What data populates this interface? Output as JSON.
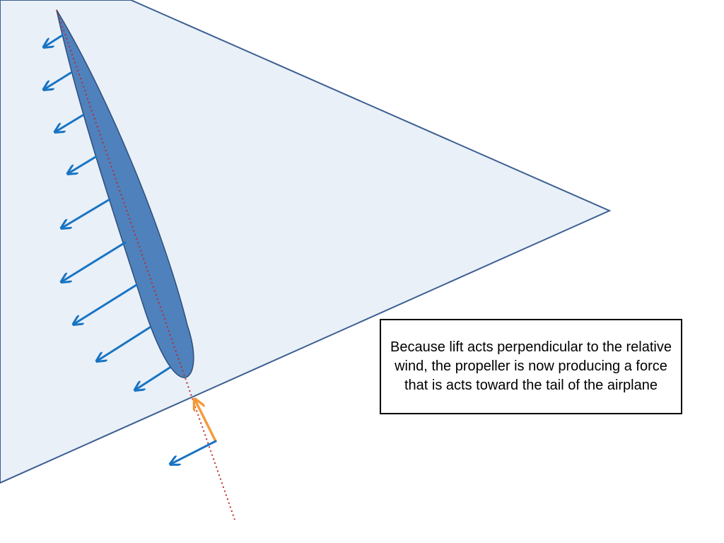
{
  "callout": {
    "text": "Because lift acts perpendicular to the relative wind, the propeller is now producing a force that is acts toward the tail of the airplane"
  },
  "colors": {
    "triangle_fill": "#e9f0f8",
    "triangle_stroke": "#3d5f92",
    "blade_fill": "#4f81bd",
    "blade_stroke": "#2f4f7a",
    "chord_line": "#c0282d",
    "lift_arrow": "#1874c3",
    "relative_wind_arrow": "#f39a3b"
  },
  "icons": {
    "lift_arrows": "arrow-left-down",
    "relative_wind": "arrow-up"
  }
}
